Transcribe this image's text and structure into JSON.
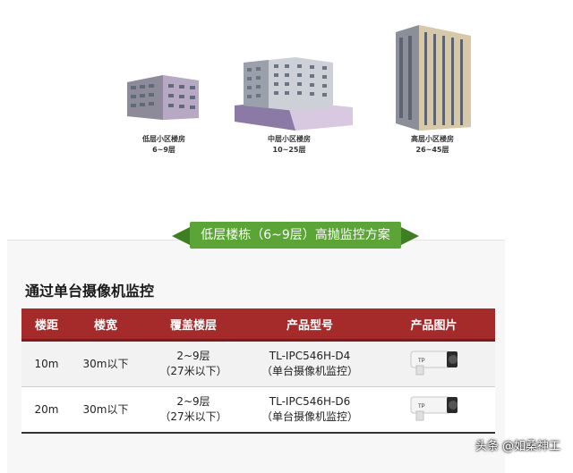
{
  "buildings": [
    {
      "name": "低层小区楼房",
      "range": "6~9层"
    },
    {
      "name": "中层小区楼房",
      "range": "10~25层"
    },
    {
      "name": "高层小区楼房",
      "range": "26~45层"
    }
  ],
  "banner": "低层楼栋（6~9层）高抛监控方案",
  "section_title": "通过单台摄像机监控",
  "table": {
    "headers": [
      "楼距",
      "楼宽",
      "覆盖楼层",
      "产品型号",
      "产品图片"
    ],
    "rows": [
      {
        "distance": "10m",
        "width": "30m以下",
        "floors": "2~9层",
        "floors_note": "（27米以下）",
        "model": "TL-IPC546H-D4",
        "model_note": "（单台摄像机监控）"
      },
      {
        "distance": "20m",
        "width": "30m以下",
        "floors": "2~9层",
        "floors_note": "（27米以下）",
        "model": "TL-IPC546H-D6",
        "model_note": "（单台摄像机监控）"
      }
    ]
  },
  "watermark": "头条 @如桑神工",
  "colors": {
    "header": "#a52a2a",
    "banner": "#5aa535"
  }
}
